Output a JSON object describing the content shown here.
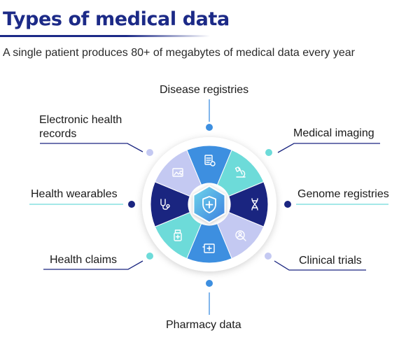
{
  "header": {
    "title": "Types of medical data",
    "subtitle": "A single patient produces 80+ of megabytes of medical data every year"
  },
  "center": {
    "icon": "shield-plus-icon"
  },
  "sectors": [
    {
      "id": "disease-registries",
      "label": "Disease registries",
      "icon": "clipboard-icon",
      "color": "#3d8fe0"
    },
    {
      "id": "medical-imaging",
      "label": "Medical imaging",
      "icon": "microscope-icon",
      "color": "#6ddbd9"
    },
    {
      "id": "genome-registries",
      "label": "Genome registries",
      "icon": "dna-icon",
      "color": "#1a2580"
    },
    {
      "id": "clinical-trials",
      "label": "Clinical trials",
      "icon": "person-search-icon",
      "color": "#c4c9f2"
    },
    {
      "id": "pharmacy-data",
      "label": "Pharmacy data",
      "icon": "pharmacy-icon",
      "color": "#3d8fe0"
    },
    {
      "id": "health-claims",
      "label": "Health claims",
      "icon": "medicine-bottle-icon",
      "color": "#6ddbd9"
    },
    {
      "id": "health-wearables",
      "label": "Health wearables",
      "icon": "stethoscope-icon",
      "color": "#1a2580"
    },
    {
      "id": "electronic-health-records",
      "label": "Electronic health records",
      "label_lines": [
        "Electronic health",
        "records"
      ],
      "icon": "ehr-image-icon",
      "color": "#c4c9f2"
    }
  ]
}
